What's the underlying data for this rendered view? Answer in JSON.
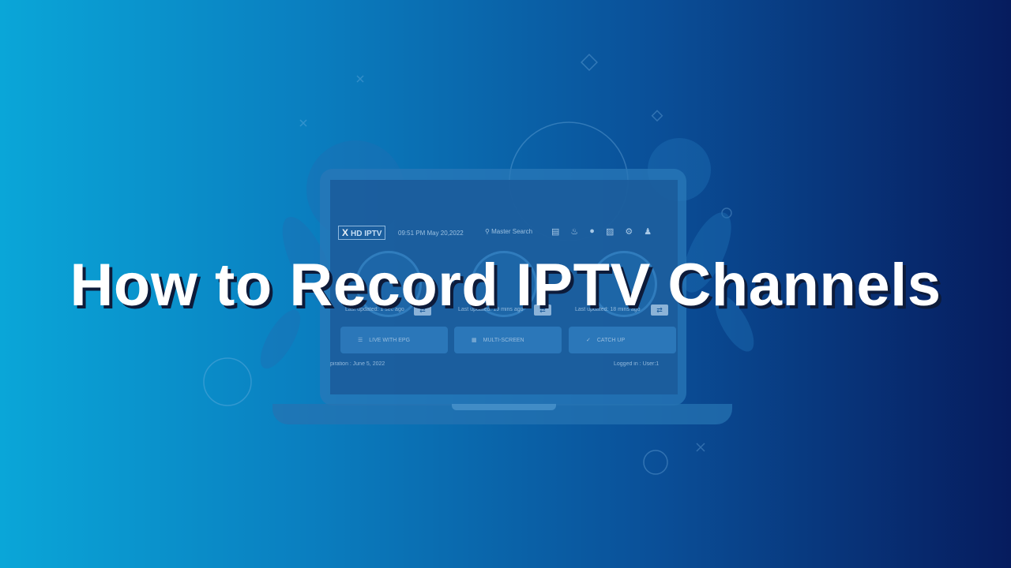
{
  "title": "How to Record IPTV Channels",
  "app": {
    "logo_mark": "X",
    "logo_text": "HD IPTV",
    "clock": "09:51 PM  May 20,2022",
    "search_placeholder": "Master Search"
  },
  "tiles": [
    {
      "label": "LIVE WITH EPG",
      "icon": "list-icon"
    },
    {
      "label": "MULTI-SCREEN",
      "icon": "grid-icon"
    },
    {
      "label": "CATCH UP",
      "icon": "check-icon"
    }
  ],
  "categories": [
    {
      "updated": "Last updated: 1 sec ago"
    },
    {
      "updated": "Last updated: 19 mins ago"
    },
    {
      "updated": "Last updated: 18 mins ago"
    }
  ],
  "footer": {
    "expiration": "piration : June 5, 2022",
    "logged_in": "Logged in :  User:1"
  },
  "colors": {
    "gradient_left": "#0aa6d8",
    "gradient_right": "#061c5e",
    "title_text": "#ffffff",
    "title_shadow": "#0d1b3a"
  }
}
